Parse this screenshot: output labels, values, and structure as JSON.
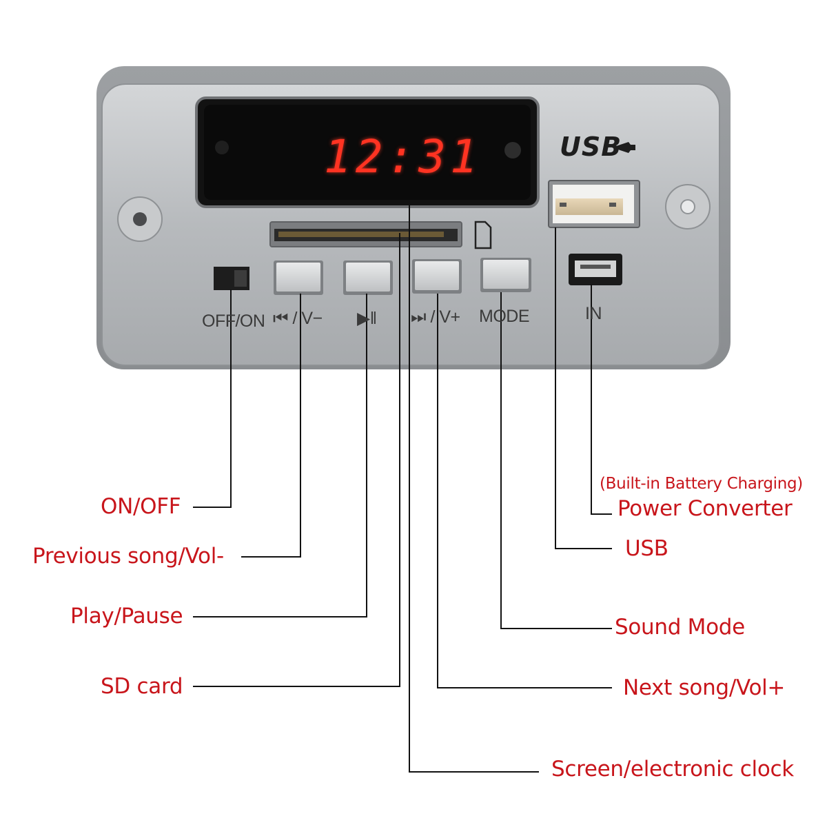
{
  "panel": {
    "display_time": "12:31",
    "usb_logo": "USB",
    "labels": {
      "off_on": "OFF/ON",
      "prev_vol": "⏮ / V−",
      "play_pause": "▶‖",
      "next_vol": "⏭ / V+",
      "mode": "MODE",
      "in": "IN"
    }
  },
  "callouts": {
    "on_off": "ON/OFF",
    "previous": "Previous song/Vol-",
    "play_pause": "Play/Pause",
    "sd_card": "SD card",
    "battery_note": "(Built-in Battery Charging)",
    "power_converter": "Power Converter",
    "usb": "USB",
    "sound_mode": "Sound Mode",
    "next": "Next song/Vol+",
    "screen": "Screen/electronic clock"
  },
  "colors": {
    "callout_text": "#c8151b",
    "led_digits": "#ff3322",
    "panel": "#b9bcbf",
    "leader_lines": "#111111"
  }
}
